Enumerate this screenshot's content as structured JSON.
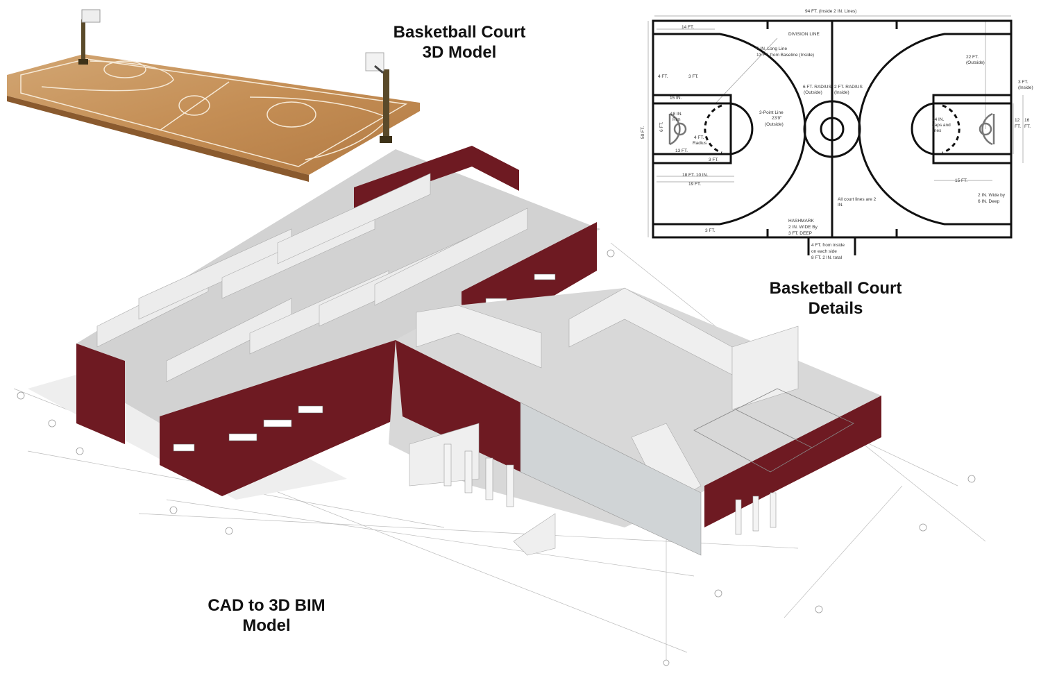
{
  "titles": {
    "court_3d": [
      "Basketball Court",
      "3D Model"
    ],
    "court_details": [
      "Basketball Court",
      "Details"
    ],
    "bim": [
      "CAD to 3D BIM",
      "Model"
    ]
  },
  "court_diagram": {
    "labels": {
      "length": "94 FT. (Inside 2 IN. Lines)",
      "width": "50 FT.",
      "corner": "14 FT.",
      "division": "DIVISION LINE",
      "long_line_1": "6 IN. Long Line",
      "long_line_2": "13 FT. from Baseline (Inside)",
      "four_ft": "4 FT.",
      "three_ft_top": "3 FT.",
      "fifteen_in": "15 IN.",
      "rim_1": "18 IN.",
      "rim_2": "Rim",
      "six_ft": "6 FT.",
      "radius_1": "4 FT.",
      "radius_2": "Radius",
      "thirteen_ft": "13 FT.",
      "three_ft_lane": "3 FT.",
      "three_pt_1": "3-Point Line",
      "three_pt_2": "23'9\"",
      "three_pt_3": "(Outside)",
      "center_outer_1": "6 FT. RADIUS",
      "center_outer_2": "(Outside)",
      "center_inner_1": "2 FT. RADIUS",
      "center_inner_2": "(Inside)",
      "ft_18_10": "18 FT. 10 IN.",
      "ft_19": "19 FT.",
      "three_ft_bottom": "3 FT.",
      "hash_1": "HASHMARK",
      "hash_2": "2 IN. WIDE By",
      "hash_3": "3 FT. DEEP",
      "lines_1": "All court lines are 2",
      "lines_2": "IN.",
      "bench_1": "4 FT. from inside",
      "bench_2": "on each side",
      "bench_3": "8 FT. 2 IN. total",
      "twentytwo_1": "22 FT.",
      "twentytwo_2": "(Outside)",
      "three_inside_1": "3 FT.",
      "three_inside_2": "(Inside)",
      "gaps_1": "14 IN.",
      "gaps_2": "gaps and",
      "gaps_3": "lines",
      "twelve_1": "12",
      "twelve_2": "FT.",
      "sixteen_1": "16",
      "sixteen_2": "FT.",
      "fifteen_ft": "15 FT.",
      "wide_1": "2 IN. Wide by",
      "wide_2": "6 IN. Deep"
    }
  },
  "colors": {
    "brick": "#6e1a22",
    "wall": "#e4e4e4",
    "floor": "#c9c9c9",
    "wood": "#c8955e"
  }
}
